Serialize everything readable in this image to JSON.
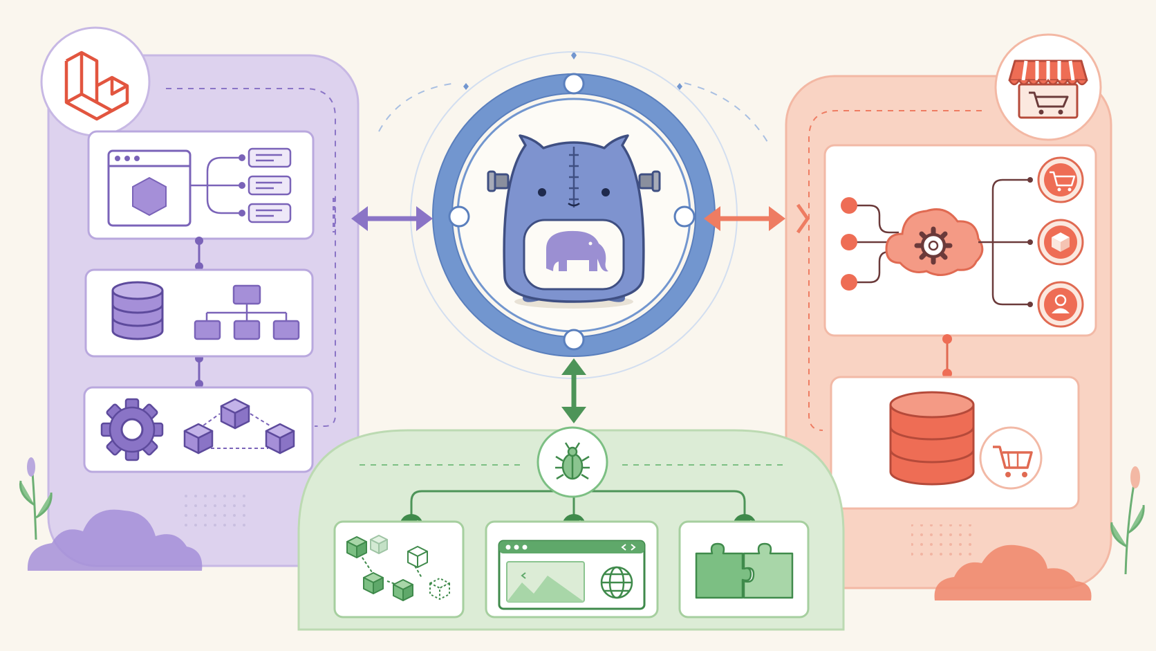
{
  "diagram": {
    "center_label": "",
    "colors": {
      "background": "#faf6ee",
      "laravel_panel": "#ddd2ee",
      "laravel_accent": "#8a74c6",
      "hub_ring": "#7296cf",
      "hub_ring_dark": "#5a7fbd",
      "mascot": "#7e93cf",
      "ecommerce_panel": "#f9d3c3",
      "ecommerce_accent": "#ee7c62",
      "testing_panel": "#dcecd6",
      "testing_accent": "#5fa86a",
      "connector_dark": "#6b3a3a"
    },
    "panels": [
      {
        "id": "laravel",
        "icon": "laravel-logo-icon",
        "sections": [
          "web-app-window-icon",
          "database-icon",
          "gear-icon"
        ]
      },
      {
        "id": "ecommerce",
        "icon": "storefront-icon",
        "sections": [
          "cloud-gear-icon",
          "database-icon"
        ],
        "outputs": [
          "cart-icon",
          "package-icon",
          "user-icon"
        ]
      },
      {
        "id": "testing",
        "icon": "bug-icon",
        "sections": [
          "cubes-icon",
          "browser-icon",
          "puzzle-icon"
        ]
      }
    ]
  }
}
